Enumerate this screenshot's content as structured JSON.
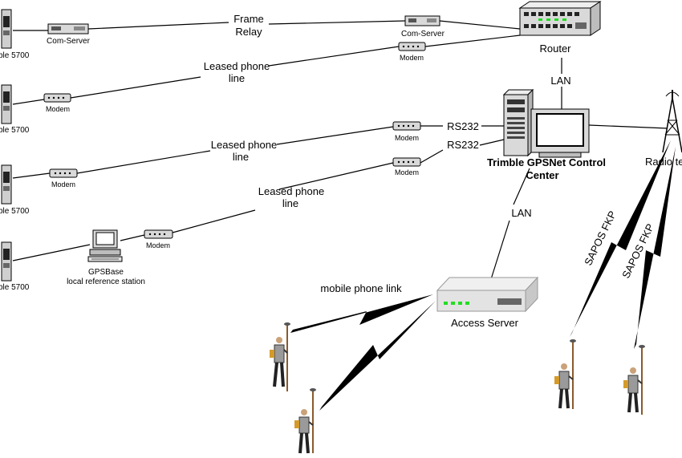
{
  "receivers": [
    {
      "label": "ble 5700"
    },
    {
      "label": "ble 5700"
    },
    {
      "label": "ble 5700"
    },
    {
      "label": "ble 5700"
    }
  ],
  "links": {
    "frame_relay": [
      "Frame",
      "Relay"
    ],
    "leased_1": [
      "Leased phone",
      "line"
    ],
    "leased_2": [
      "Leased phone",
      "line"
    ],
    "leased_3": [
      "Leased phone",
      "line"
    ],
    "lan_top": "LAN",
    "lan_mid": "LAN",
    "rs232_a": "RS232",
    "rs232_b": "RS232",
    "mobile": "mobile phone link",
    "sapos_1": "SAPOS FKP",
    "sapos_2": "SAPOS FKP"
  },
  "devices": {
    "com_server_left": "Com-Server",
    "com_server_right": "Com-Server",
    "modem_router": "Modem",
    "modem_r2": "Modem",
    "modem_rs232_a": "Modem",
    "modem_r3": "Modem",
    "modem_rs232_b": "Modem",
    "modem_gpsbase": "Modem",
    "router": "Router",
    "control_center": [
      "Trimble GPSNet Control",
      "Center"
    ],
    "radio": "Radio te",
    "gpsbase": [
      "GPSBase",
      "local reference station"
    ],
    "access_server": "Access Server"
  },
  "colors": {
    "lines": "#000000",
    "device_fill": "#d9d9d9",
    "led": "#22dd22"
  }
}
